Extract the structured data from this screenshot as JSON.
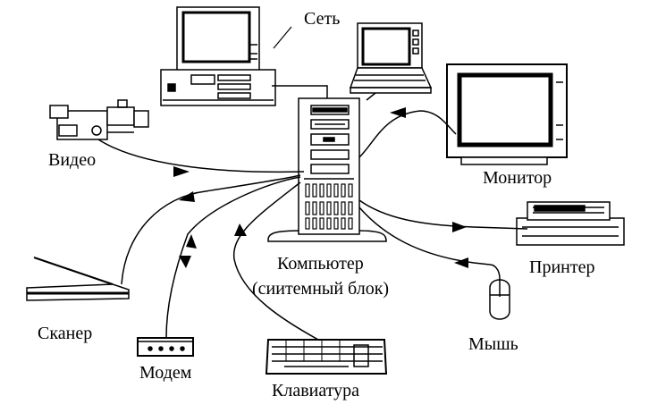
{
  "labels": {
    "network": "Сеть",
    "video": "Видео",
    "monitor": "Монитор",
    "computer_line1": "Компьютер",
    "computer_line2": "(сиитемный блок)",
    "printer": "Принтер",
    "scanner": "Сканер",
    "mouse": "Мышь",
    "modem": "Модем",
    "keyboard": "Клавиатура"
  },
  "icons": {
    "network": "desktop-pc-icon",
    "laptop": "laptop-icon",
    "computer": "tower-pc-icon",
    "monitor": "monitor-icon",
    "video": "video-camera-icon",
    "printer": "printer-icon",
    "scanner": "scanner-icon",
    "mouse": "mouse-icon",
    "modem": "modem-icon",
    "keyboard": "keyboard-icon"
  },
  "colors": {
    "ink": "#000000",
    "background": "#ffffff"
  }
}
